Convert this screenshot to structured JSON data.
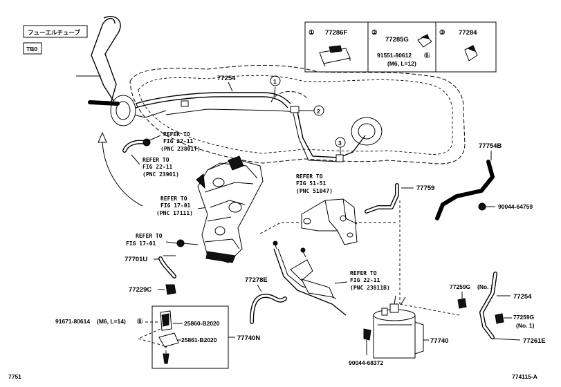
{
  "header": {
    "category_label": "フューエルチューブ",
    "code_box": "TB0"
  },
  "footer": {
    "page_left": "7751",
    "page_right": "774115-A"
  },
  "legend": {
    "cell1": {
      "num": "①",
      "part": "77286F"
    },
    "cell2": {
      "num": "②",
      "part": "77285G",
      "part2": "91551-80612",
      "circle_b": "Ⓑ",
      "spec": "(M6, L=12)"
    },
    "cell3": {
      "num": "③",
      "part": "77284"
    }
  },
  "callouts": {
    "c1": "1",
    "c2": "2",
    "c3": "3"
  },
  "parts": {
    "p77254_top": "77254",
    "p77754B": "77754B",
    "p77759": "77759",
    "p90044_64759": "90044-64759",
    "p77701U": "77701U",
    "p77229C": "77229C",
    "p77278E": "77278E",
    "p91671": "91671-80614",
    "p91671_spec": "(M6, L=14)",
    "p91671_b": "Ⓑ",
    "p25860": "25860-B2020",
    "p25861": "25861-B2020",
    "p77740N": "77740N",
    "p77259G_top": "77259G",
    "p77259G_top_no": "(No. 1)",
    "p77254_right": "77254",
    "p77259G_bot": "77259G",
    "p77259G_bot_no": "(No. 1)",
    "p77261E": "77261E",
    "p77740": "77740",
    "p90044_68372": "90044-68372"
  },
  "refs": {
    "r1": [
      "REFER TO",
      "FIG 22-11",
      "(PNC 23801T)"
    ],
    "r2": [
      "REFER TO",
      "FIG 22-11",
      "(PNC 23901)"
    ],
    "r3": [
      "REFER TO",
      "FIG 17-01",
      "(PNC 17111)"
    ],
    "r4": [
      "REFER TO",
      "FIG 17-01"
    ],
    "r5": [
      "REFER TO",
      "FIG 51-51",
      "(PNC 51047)"
    ],
    "r6": [
      "REFER TO",
      "FIG 22-11",
      "(PNC 23811B)"
    ]
  }
}
